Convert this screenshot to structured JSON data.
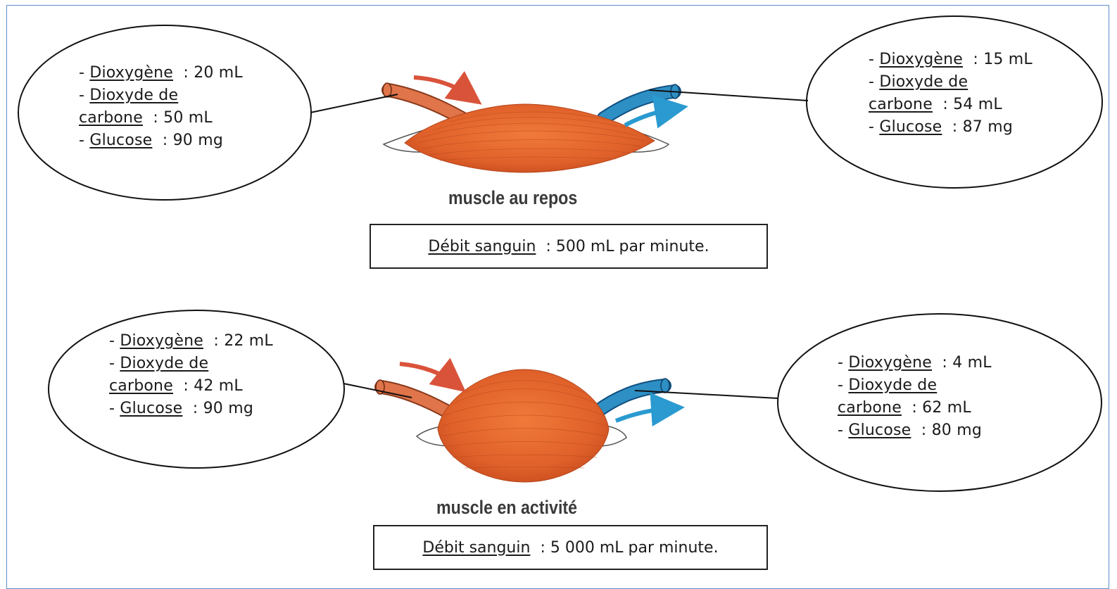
{
  "colors": {
    "artery": "#e0744a",
    "vein": "#2e8fc4",
    "muscle": "#e36b2e",
    "arrow_in": "#d9533a",
    "arrow_out": "#2a9ad0",
    "frame": "#5b8fc7"
  },
  "rest": {
    "title": "muscle au repos",
    "inflow": {
      "o2_label": "Dioxygène",
      "o2_value": ": 20 mL",
      "co2_label_a": "Dioxyde de",
      "co2_label_b": "carbone",
      "co2_value": ": 50 mL",
      "glucose_label": "Glucose",
      "glucose_value": ": 90 mg"
    },
    "outflow": {
      "o2_label": "Dioxygène",
      "o2_value": ": 15 mL",
      "co2_label_a": "Dioxyde de",
      "co2_label_b": "carbone",
      "co2_value": ": 54 mL",
      "glucose_label": "Glucose",
      "glucose_value": ": 87 mg"
    },
    "flow_label": "Débit sanguin",
    "flow_value": ": 500 mL par minute."
  },
  "active": {
    "title": "muscle en activité",
    "inflow": {
      "o2_label": "Dioxygène",
      "o2_value": ": 22 mL",
      "co2_label_a": "Dioxyde de",
      "co2_label_b": "carbone",
      "co2_value": ": 42 mL",
      "glucose_label": "Glucose",
      "glucose_value": ": 90 mg"
    },
    "outflow": {
      "o2_label": "Dioxygène",
      "o2_value": ": 4 mL",
      "co2_label_a": "Dioxyde de",
      "co2_label_b": "carbone",
      "co2_value": ": 62 mL",
      "glucose_label": "Glucose",
      "glucose_value": ": 80 mg"
    },
    "flow_label": "Débit sanguin",
    "flow_value": ": 5 000 mL par minute."
  }
}
